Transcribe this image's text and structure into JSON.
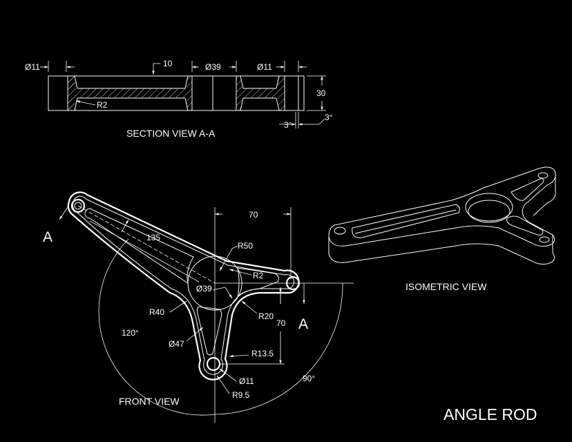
{
  "title": "ANGLE ROD",
  "views": {
    "section": "SECTION VIEW A-A",
    "front": "FRONT VIEW",
    "isometric": "ISOMETRIC VIEW"
  },
  "section_label": "A",
  "section_dims": {
    "d_outer_left": "Ø11",
    "d_web": "10",
    "d_center": "Ø39",
    "d_outer_right": "Ø11",
    "height": "30",
    "radius": "R2",
    "draft_left": "3°",
    "draft_right": "3°"
  },
  "front_dims": {
    "width_top": "70",
    "length_arm": "135",
    "r_outer": "R50",
    "r_fillet": "R2",
    "d_hub": "Ø39",
    "r_left": "R40",
    "r_right": "R20",
    "height_right": "70",
    "angle_left": "120°",
    "d_slot": "Ø47",
    "r_bottom": "R13.5",
    "d_hole": "Ø11",
    "r_boss": "R9.5",
    "angle_right": "90°"
  }
}
